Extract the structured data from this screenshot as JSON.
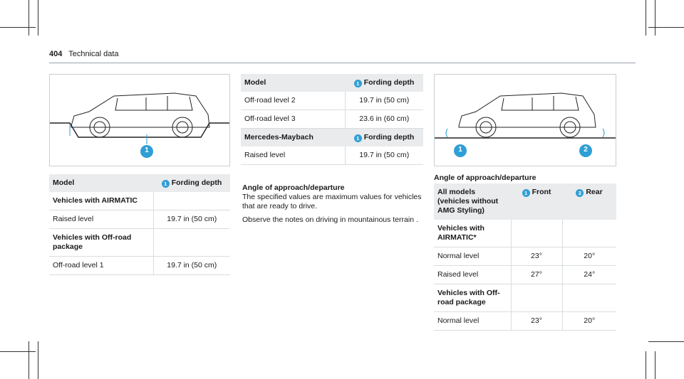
{
  "header": {
    "page_number": "404",
    "section": "Technical data"
  },
  "colors": {
    "badge": "#2f9fd6",
    "table_header_bg": "#e9ebec"
  },
  "left_table": {
    "col1_header": "Model",
    "col2_badge": "1",
    "col2_header": "Fording depth",
    "rows": [
      {
        "kind": "sub",
        "label": "Vehicles with AIRMATIC",
        "value": ""
      },
      {
        "kind": "row",
        "label": "Raised level",
        "value": "19.7 in (50 cm)"
      },
      {
        "kind": "sub",
        "label": "Vehicles with Off-road package",
        "value": ""
      },
      {
        "kind": "row",
        "label": "Off-road level 1",
        "value": "19.7 in (50 cm)"
      }
    ]
  },
  "mid_table": {
    "col1_header": "Model",
    "col2_badge": "1",
    "col2_header": "Fording depth",
    "rows": [
      {
        "label": "Off-road level 2",
        "value": "19.7 in (50 cm)"
      },
      {
        "label": "Off-road level 3",
        "value": "23.6 in (60 cm)"
      }
    ],
    "section_header": "Mercedes-Maybach",
    "section_badge": "1",
    "section_value_header": "Fording depth",
    "section_rows": [
      {
        "label": "Raised level",
        "value": "19.7 in (50 cm)"
      }
    ]
  },
  "mid_text": {
    "heading": "Angle of approach/departure",
    "p1": "The specified values are maximum values for vehicles that are ready to drive.",
    "p2": "Observe the notes on driving in mountainous terrain ."
  },
  "right": {
    "heading": "Angle of approach/departure",
    "col1_header": "All models (vehicles without AMG Styling)",
    "col2_badge": "1",
    "col2_header": "Front",
    "col3_badge": "2",
    "col3_header": "Rear",
    "rows": [
      {
        "kind": "sub",
        "label": "Vehicles with AIRMATIC*",
        "front": "",
        "rear": ""
      },
      {
        "kind": "row",
        "label": "Normal level",
        "front": "23°",
        "rear": "20°"
      },
      {
        "kind": "row",
        "label": "Raised level",
        "front": "27°",
        "rear": "24°"
      },
      {
        "kind": "sub",
        "label": "Vehicles with Off-road package",
        "front": "",
        "rear": ""
      },
      {
        "kind": "row",
        "label": "Normal level",
        "front": "23°",
        "rear": "20°"
      }
    ]
  },
  "illustrations": {
    "left_callout": "1",
    "right_callout_1": "1",
    "right_callout_2": "2"
  }
}
